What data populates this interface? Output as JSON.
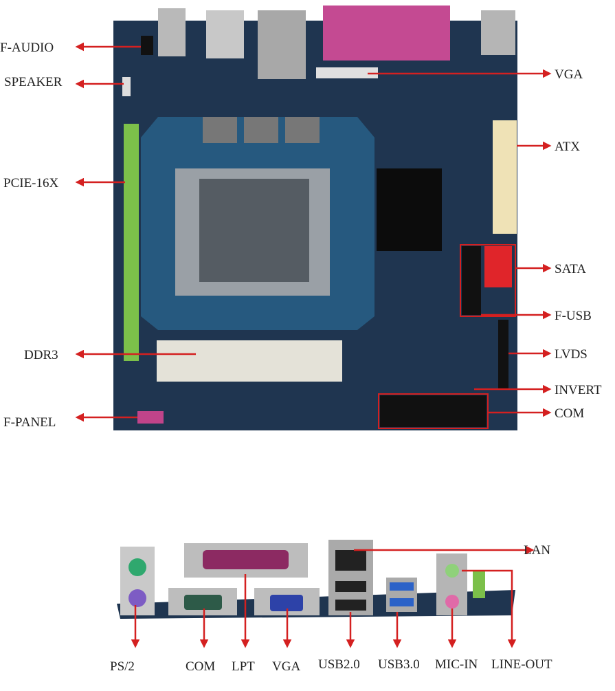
{
  "top_board": {
    "left_labels": [
      "F-AUDIO",
      "SPEAKER",
      "PCIE-16X",
      "DDR3",
      "F-PANEL"
    ],
    "right_labels": [
      "VGA",
      "ATX",
      "SATA",
      "F-USB",
      "LVDS",
      "INVERT",
      "COM"
    ]
  },
  "rear_panel": {
    "bottom_labels": [
      "PS/2",
      "COM",
      "LPT",
      "VGA",
      "USB2.0",
      "USB3.0",
      "MIC-IN",
      "LINE-OUT"
    ],
    "side_label": "LAN"
  },
  "colors": {
    "arrow": "#d42020",
    "board": "#1f3550",
    "pcie": "#7cc04a",
    "lpt": "#c0448a"
  }
}
